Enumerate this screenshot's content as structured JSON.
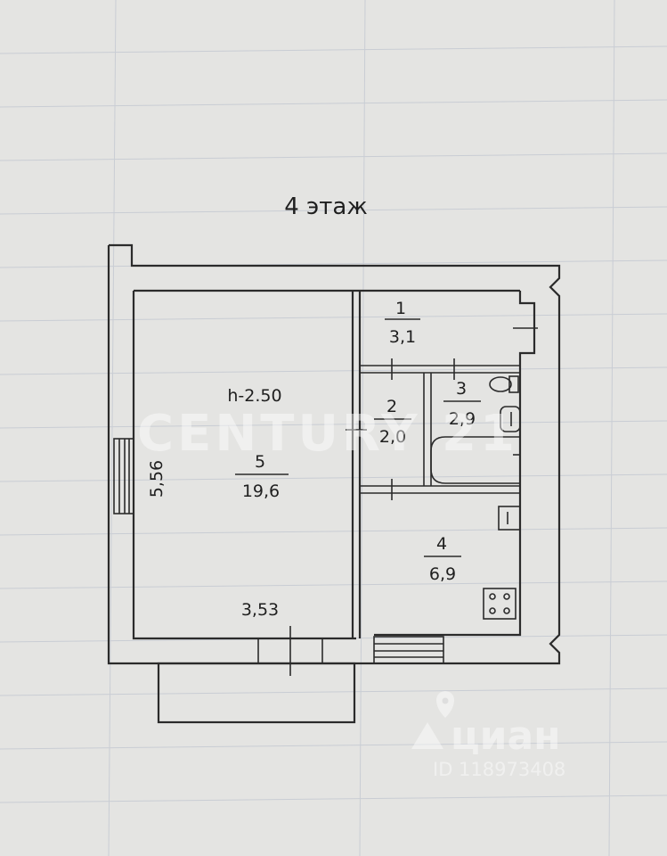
{
  "floor_label": "4 этаж",
  "ceiling_height": "h-2.50",
  "dimensions": {
    "depth": "5,56",
    "width": "3,53"
  },
  "rooms": [
    {
      "number": "1",
      "area": "3,1"
    },
    {
      "number": "2",
      "area": "2,0"
    },
    {
      "number": "3",
      "area": "2,9"
    },
    {
      "number": "4",
      "area": "6,9"
    },
    {
      "number": "5",
      "area": "19,6"
    }
  ],
  "watermarks": {
    "agency": "CENTURY 21",
    "portal": "циан",
    "listing_id": "ID 118973408"
  }
}
